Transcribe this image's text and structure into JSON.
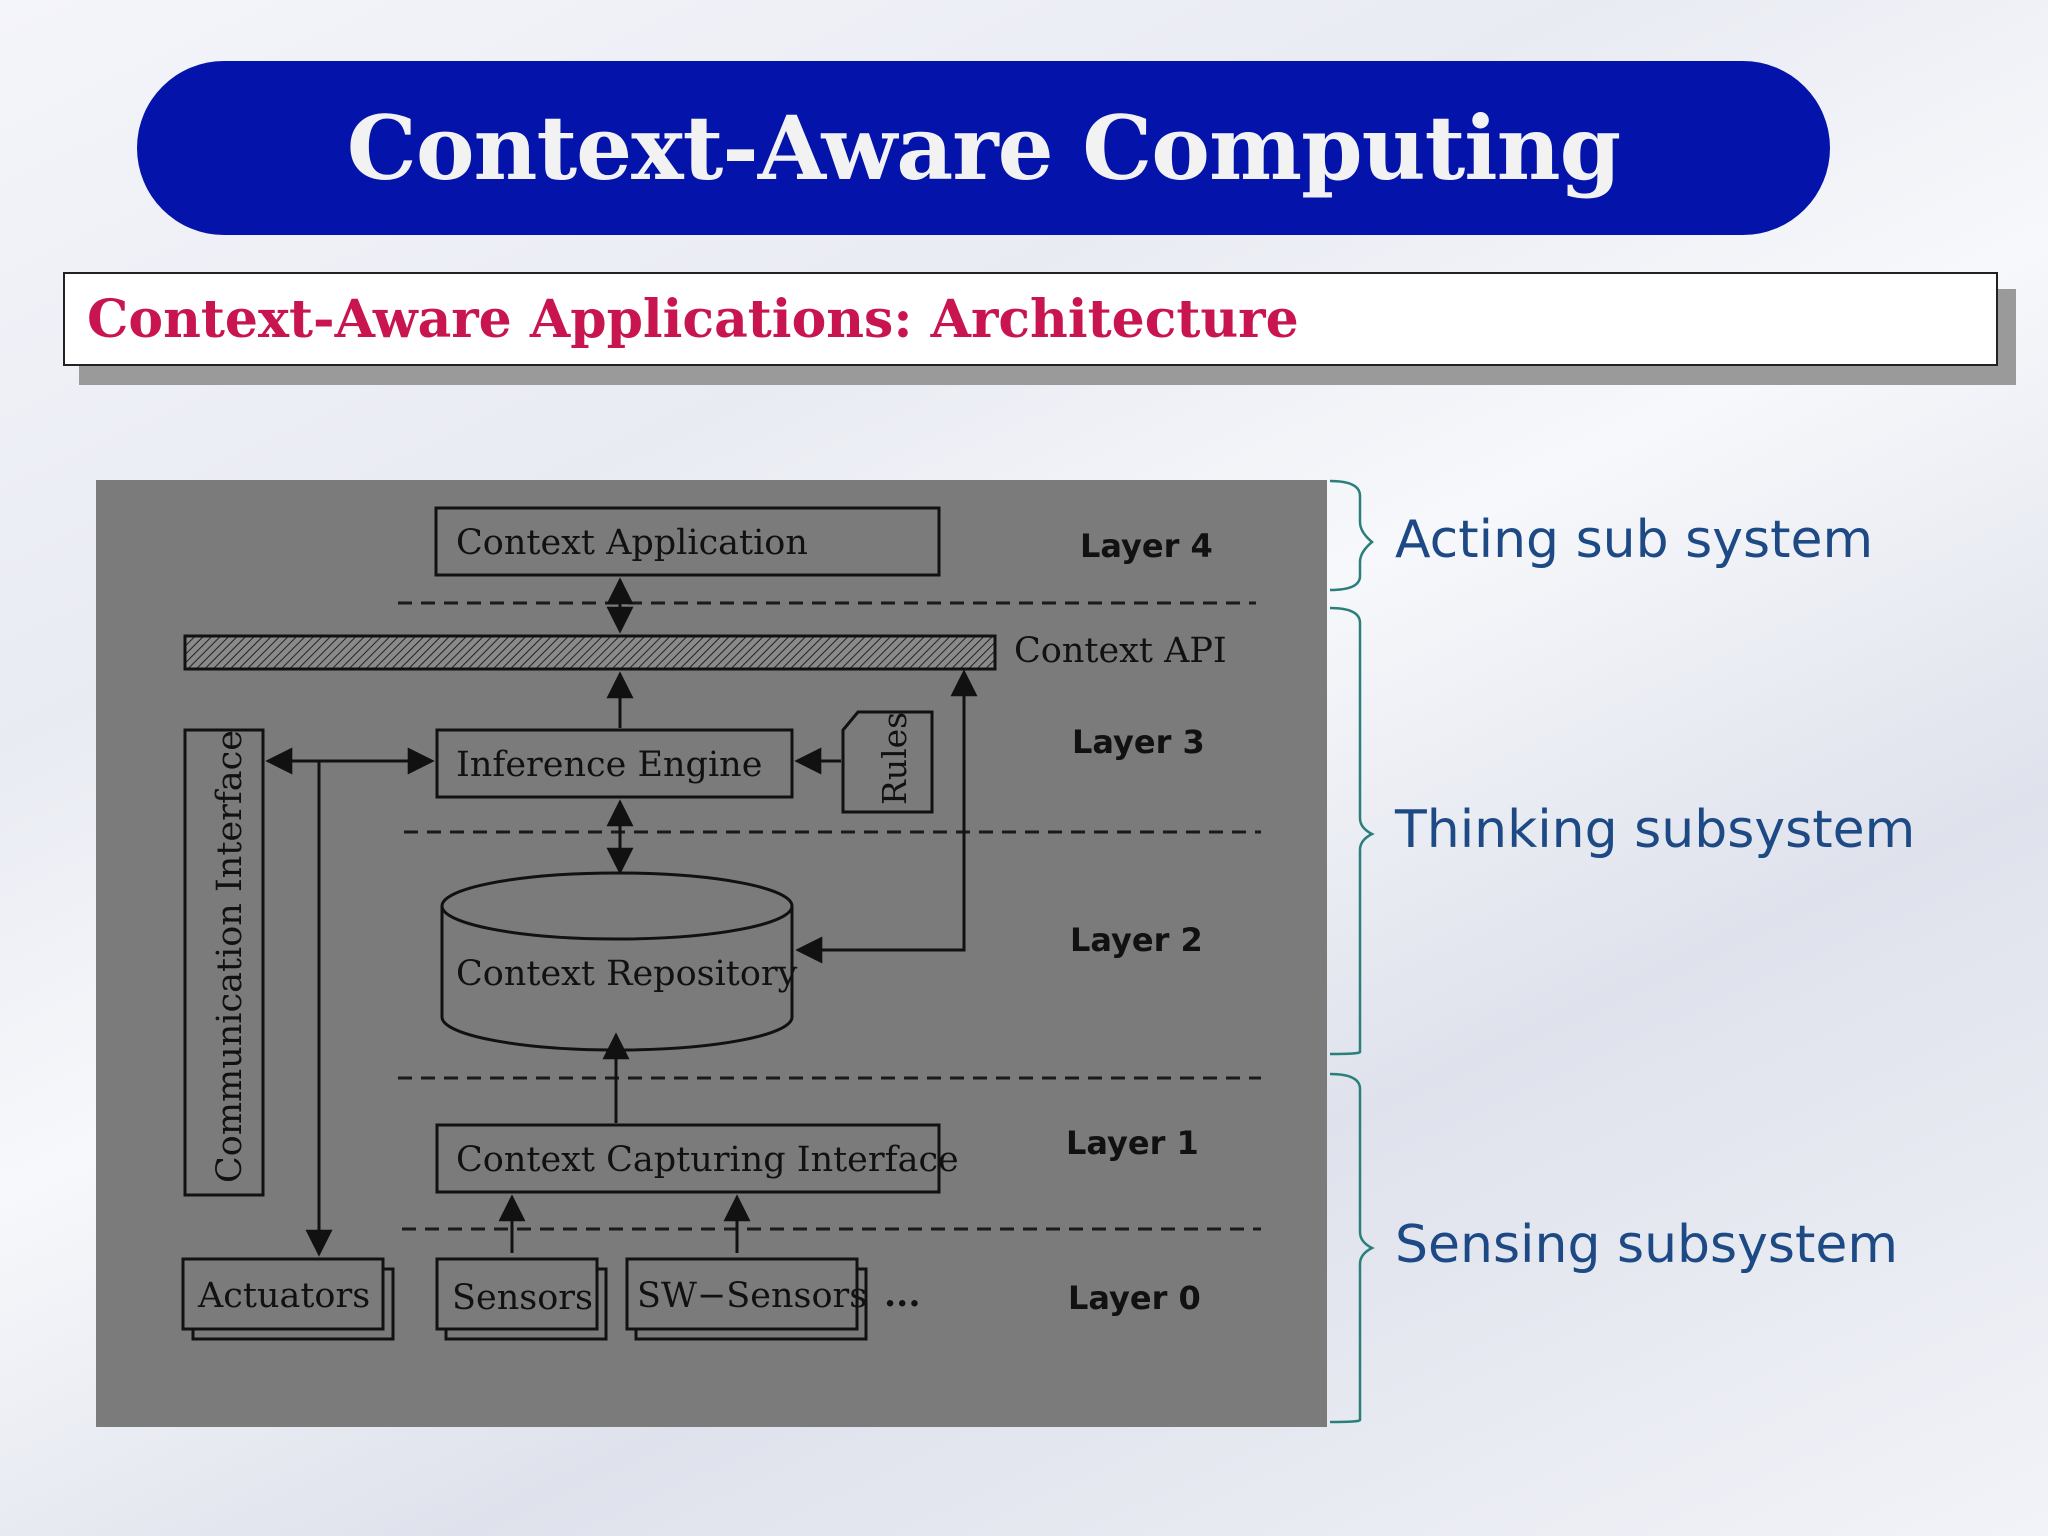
{
  "slide": {
    "title": "Context-Aware Computing",
    "subtitle": "Context-Aware Applications: Architecture"
  },
  "diagram": {
    "layers": {
      "layer4": "Layer 4",
      "layer3": "Layer 3",
      "layer2": "Layer 2",
      "layer1": "Layer 1",
      "layer0": "Layer 0"
    },
    "components": {
      "context_application": "Context Application",
      "context_api": "Context API",
      "inference_engine": "Inference Engine",
      "rules": "Rules",
      "communication_interface": "Communication Interface",
      "context_repository": "Context Repository",
      "context_capturing_interface": "Context Capturing Interface",
      "actuators": "Actuators",
      "sensors": "Sensors",
      "sw_sensors": "SW−Sensors",
      "ellipsis": "..."
    }
  },
  "subsystems": {
    "acting": "Acting sub system",
    "thinking": "Thinking subsystem",
    "sensing": "Sensing subsystem"
  },
  "colors": {
    "title_bg": "#0414aa",
    "subtitle_text": "#c8144f",
    "diagram_bg": "#7b7b7b",
    "subsystem_text": "#1d4a85",
    "bracket": "#2a7f7a"
  }
}
